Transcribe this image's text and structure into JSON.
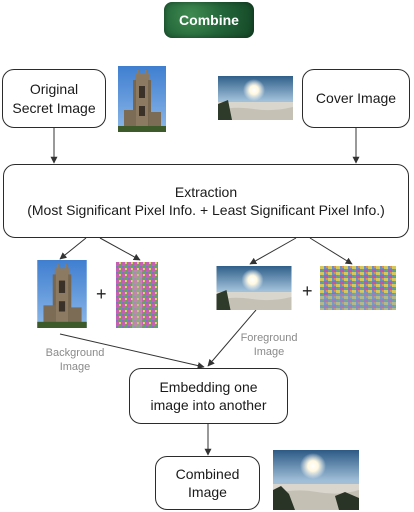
{
  "title": "Combine",
  "nodes": {
    "secret": [
      "Original",
      "Secret Image"
    ],
    "cover": "Cover Image",
    "extraction": [
      "Extraction",
      "(Most Significant Pixel Info. + Least Significant Pixel Info.)"
    ],
    "embedding": [
      "Embedding one",
      "image into another"
    ],
    "combined": [
      "Combined",
      "Image"
    ]
  },
  "labels": {
    "background": [
      "Background",
      "Image"
    ],
    "foreground": [
      "Foreground",
      "Image"
    ]
  },
  "operators": {
    "plus_left": "+",
    "plus_right": "+"
  },
  "colors": {
    "badge_green": "#23663a",
    "sky_blue": "#4a86d0",
    "stone": "#8c7a62"
  }
}
